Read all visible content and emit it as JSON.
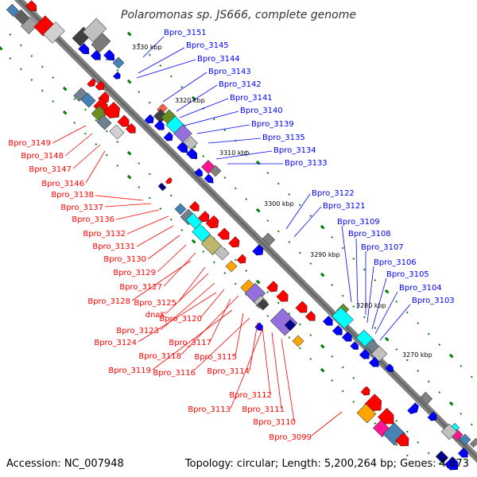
{
  "title": "Polaromonas sp. JS666, complete genome",
  "accession_label": "Accession: NC_007948",
  "topology_label": "Topology: circular; Length: 5,200,264 bp; Genes: 4,873",
  "colors": {
    "forward_label": "#0000ff",
    "reverse_label": "#ff0000",
    "backbone": "#808080",
    "tick": "#008000"
  },
  "kbp_labels": [
    "3330 kbp",
    "3320 kbp",
    "3310 kbp",
    "3300 kbp",
    "3290 kbp",
    "3280 kbp",
    "3270 kbp"
  ],
  "forward_genes": [
    "Bpro_3151",
    "Bpro_3145",
    "Bpro_3144",
    "Bpro_3143",
    "Bpro_3142",
    "Bpro_3141",
    "Bpro_3140",
    "Bpro_3139",
    "Bpro_3135",
    "Bpro_3134",
    "Bpro_3133",
    "Bpro_3122",
    "Bpro_3121",
    "Bpro_3109",
    "Bpro_3108",
    "Bpro_3107",
    "Bpro_3106",
    "Bpro_3105",
    "Bpro_3104",
    "Bpro_3103"
  ],
  "reverse_genes": [
    "Bpro_3149",
    "Bpro_3148",
    "Bpro_3147",
    "Bpro_3146",
    "Bpro_3138",
    "Bpro_3137",
    "Bpro_3136",
    "Bpro_3132",
    "Bpro_3131",
    "Bpro_3130",
    "Bpro_3129",
    "Bpro_3127",
    "Bpro_3128",
    "Bpro_3125",
    "dnaK",
    "Bpro_3120",
    "Bpro_3123",
    "Bpro_3124",
    "Bpro_3117",
    "Bpro_3118",
    "Bpro_3115",
    "Bpro_3119",
    "Bpro_3116",
    "Bpro_3114",
    "Bpro_3112",
    "Bpro_3113",
    "Bpro_3111",
    "Bpro_3110",
    "Bpro_3099"
  ]
}
